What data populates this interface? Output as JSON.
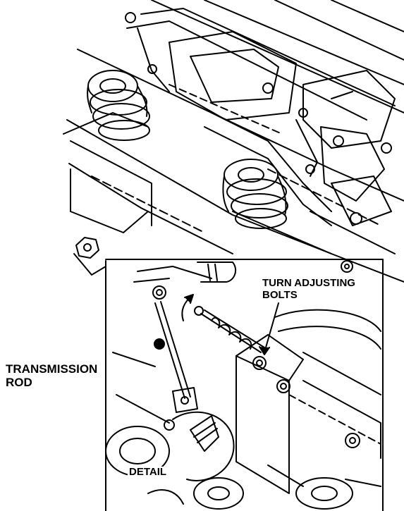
{
  "labels": {
    "transmission_rod": "TRANSMISSION\nROD",
    "turn_adjusting_bolts": "TURN ADJUSTING\nBOLTS",
    "detail": "DETAIL"
  },
  "colors": {
    "ink": "#000000",
    "paper": "#ffffff"
  }
}
